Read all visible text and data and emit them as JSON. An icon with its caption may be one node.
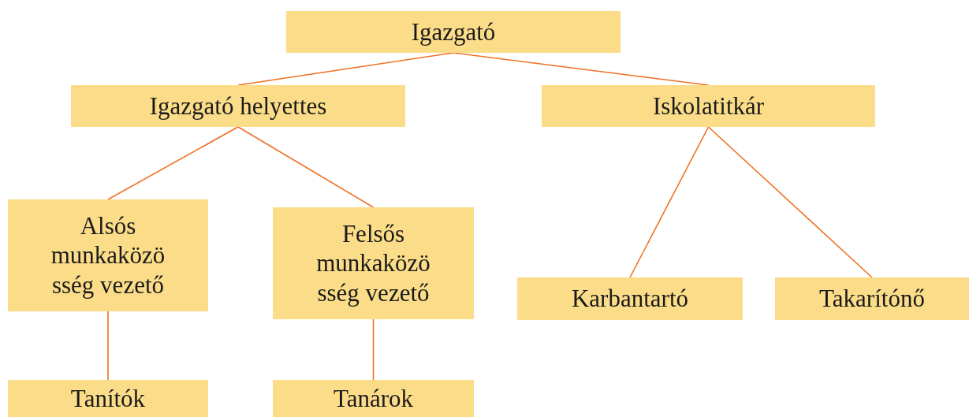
{
  "diagram": {
    "nodes": [
      {
        "text": [
          "Igazgató"
        ]
      },
      {
        "text": [
          "Igazgató helyettes"
        ]
      },
      {
        "text": [
          "Iskolatitkár"
        ]
      },
      {
        "text": [
          "Alsós munkaközö sség vezető"
        ]
      },
      {
        "text": [
          "Felsős munkaközö sség vezető"
        ]
      },
      {
        "text": [
          "Karbantartó"
        ]
      },
      {
        "text": [
          "Takarítónő"
        ]
      },
      {
        "text": [
          "Tanítók"
        ]
      },
      {
        "text": [
          "Tanárok"
        ]
      }
    ],
    "edges": [
      {
        "from": 0,
        "to": 1,
        "arrow": "none"
      },
      {
        "from": 0,
        "to": 2,
        "arrow": "none"
      },
      {
        "from": 1,
        "to": 3,
        "arrow": "none"
      },
      {
        "from": 1,
        "to": 4,
        "arrow": "none"
      },
      {
        "from": 2,
        "to": 5,
        "arrow": "none"
      },
      {
        "from": 2,
        "to": 6,
        "arrow": "none"
      },
      {
        "from": 3,
        "to": 7,
        "arrow": "none"
      },
      {
        "from": 4,
        "to": 8,
        "arrow": "none"
      }
    ]
  }
}
